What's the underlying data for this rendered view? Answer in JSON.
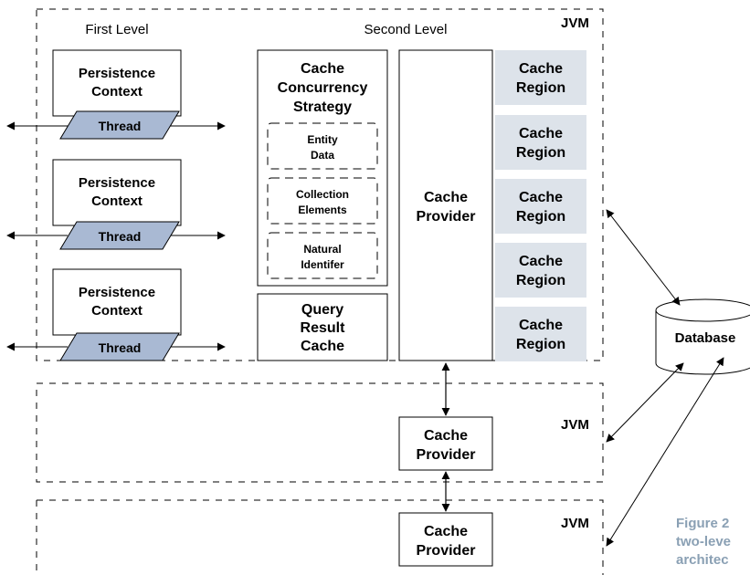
{
  "jvm_labels": [
    "JVM",
    "JVM",
    "JVM"
  ],
  "first_level_label": "First Level",
  "second_level_label": "Second Level",
  "persistence_contexts": [
    {
      "line1": "Persistence",
      "line2": "Context",
      "thread": "Thread"
    },
    {
      "line1": "Persistence",
      "line2": "Context",
      "thread": "Thread"
    },
    {
      "line1": "Persistence",
      "line2": "Context",
      "thread": "Thread"
    }
  ],
  "concurrency_strategy": {
    "line1": "Cache",
    "line2": "Concurrency",
    "line3": "Strategy"
  },
  "entity_data": {
    "line1": "Entity",
    "line2": "Data"
  },
  "collection_elements": {
    "line1": "Collection",
    "line2": "Elements"
  },
  "natural_identifier": {
    "line1": "Natural",
    "line2": "Identifer"
  },
  "query_result_cache": {
    "line1": "Query",
    "line2": "Result",
    "line3": "Cache"
  },
  "cache_provider": {
    "line1": "Cache",
    "line2": "Provider"
  },
  "cache_regions": [
    {
      "line1": "Cache",
      "line2": "Region"
    },
    {
      "line1": "Cache",
      "line2": "Region"
    },
    {
      "line1": "Cache",
      "line2": "Region"
    },
    {
      "line1": "Cache",
      "line2": "Region"
    },
    {
      "line1": "Cache",
      "line2": "Region"
    }
  ],
  "remote_providers": [
    {
      "line1": "Cache",
      "line2": "Provider"
    },
    {
      "line1": "Cache",
      "line2": "Provider"
    }
  ],
  "database": "Database",
  "caption": {
    "line1": "Figure 2",
    "line2": "two-leve",
    "line3": "architec"
  },
  "colors": {
    "region_fill": "#dde3ea",
    "thread_fill": "#a9b9d3",
    "caption": "#8aa0b4"
  }
}
